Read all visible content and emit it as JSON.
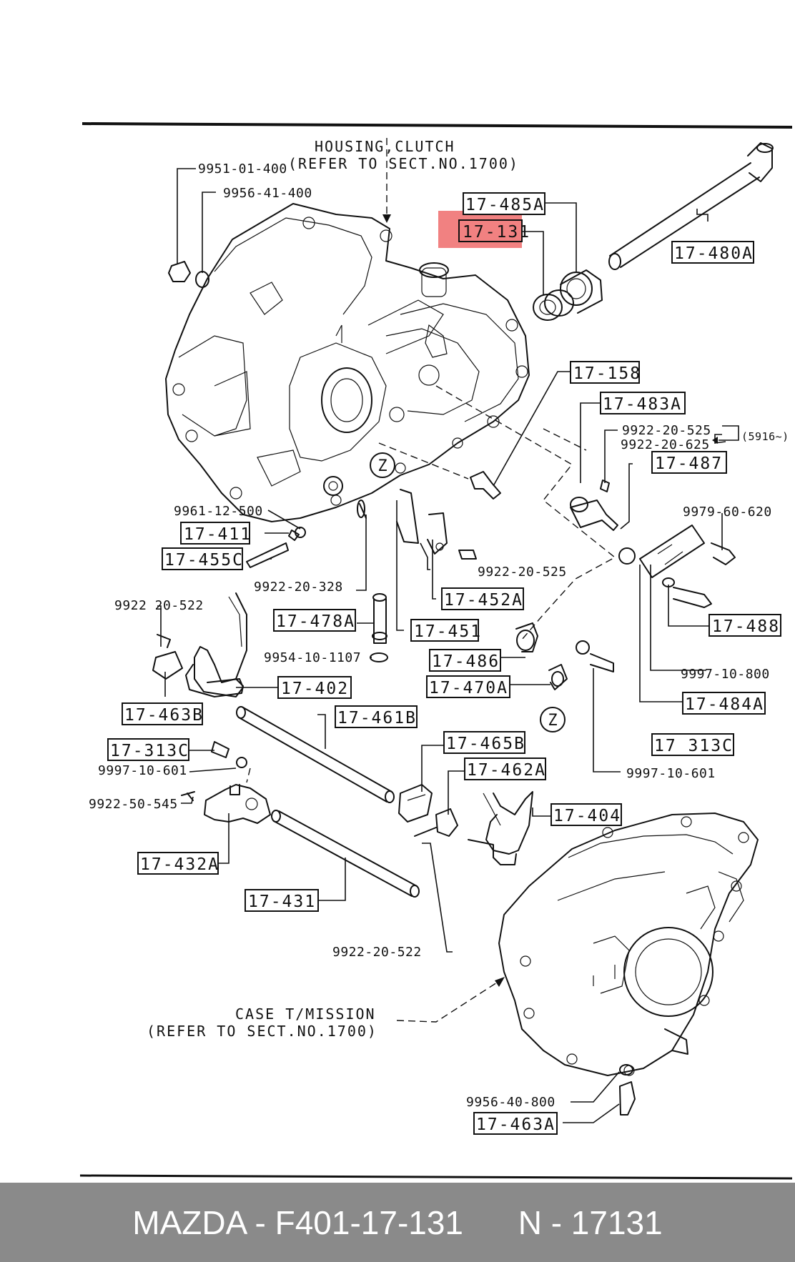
{
  "notes": {
    "housing": [
      "HOUSING,CLUTCH",
      "(REFER TO SECT.NO.1700)"
    ],
    "case": [
      "CASE T/MISSION",
      "(REFER TO SECT.NO.1700)"
    ],
    "range": "(5916~)"
  },
  "boxed_labels": {
    "b485A": "17-485A",
    "b131": "17-131",
    "b480A": "17-480A",
    "b158": "17-158",
    "b483A": "17-483A",
    "b487": "17-487",
    "b411": "17-411",
    "b455C": "17-455C",
    "b452A": "17-452A",
    "b478A": "17-478A",
    "b451": "17-451",
    "b488": "17-488",
    "b486": "17-486",
    "b470A": "17-470A",
    "b402": "17-402",
    "b484A": "17-484A",
    "b463B": "17-463B",
    "b461B": "17-461B",
    "b313Ca": "17-313C",
    "b313Cb": "17 313C",
    "b465B": "17-465B",
    "b462A": "17-462A",
    "b404": "17-404",
    "b432A": "17-432A",
    "b431": "17-431",
    "b463A": "17-463A"
  },
  "plain_labels": {
    "p1": "9951-01-400",
    "p2": "9956-41-400",
    "p3": "9922-20-525",
    "p4": "9922-20-625",
    "p5": "9979-60-620",
    "p6": "9961-12-500",
    "p7": "9922-20-525",
    "p8": "9922-20-328",
    "p9": "9922 20-522",
    "p10": "9954-10-1107",
    "p11": "9997-10-800",
    "p12": "9997-10-601",
    "p13": "9922-50-545",
    "p14": "9997-10-601",
    "p15": "9922-20-522",
    "p16": "9956-40-800"
  },
  "z_marks": [
    "Z",
    "Z"
  ],
  "highlight_color": "#ef6b6b",
  "footer": {
    "brand": "MAZDA - F401-17-131",
    "code": "N - 17131"
  }
}
